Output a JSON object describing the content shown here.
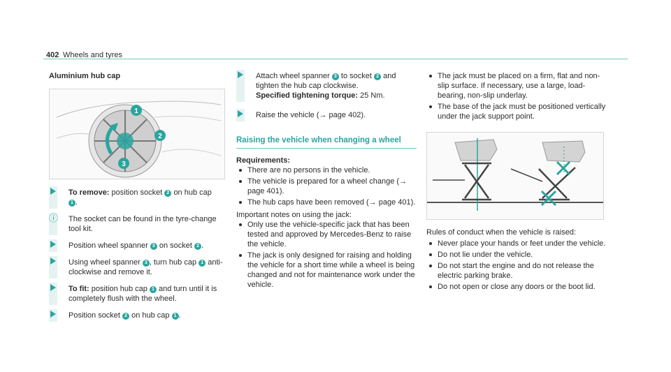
{
  "header": {
    "page_number": "402",
    "chapter_title": "Wheels and tyres"
  },
  "col1": {
    "title": "Aluminium hub cap",
    "steps": [
      {
        "lead": "To remove:",
        "text_a": "position socket",
        "b1": "2",
        "text_b": "on hub cap",
        "b2": "1",
        "text_c": "."
      },
      {
        "note": "The socket can be found in the tyre-change tool kit."
      },
      {
        "text_a": "Position wheel spanner",
        "b1": "3",
        "text_b": "on socket",
        "b2": "2",
        "text_c": "."
      },
      {
        "text_a": "Using wheel spanner",
        "b1": "3",
        "text_b": ", turn hub cap",
        "b2": "1",
        "text_c": "anti-clockwise and remove it."
      },
      {
        "lead": "To fit:",
        "text_a": "position hub cap",
        "b1": "1",
        "text_b": "and turn until it is completely flush with the wheel."
      },
      {
        "text_a": "Position socket",
        "b1": "2",
        "text_b": "on hub cap",
        "b2": "1",
        "text_c": "."
      }
    ]
  },
  "col2": {
    "steps": [
      {
        "text_a": "Attach wheel spanner",
        "b1": "3",
        "text_b": "to socket",
        "b2": "2",
        "text_c": "and tighten the hub cap clockwise.",
        "spec_label": "Specified tightening torque:",
        "spec_value": "25 Nm."
      },
      {
        "text_a": "Raise the vehicle (→ page 402)."
      }
    ],
    "section_title": "Raising the vehicle when changing a wheel",
    "requirements_label": "Requirements:",
    "requirements": [
      "There are no persons in the vehicle.",
      "The vehicle is prepared for a wheel change (→ page 401).",
      "The hub caps have been removed (→ page 401)."
    ],
    "important_label": "Important notes on using the jack:",
    "important": [
      "Only use the vehicle-specific jack that has been tested and approved by Mercedes-Benz to raise the vehicle.",
      "The jack is only designed for raising and holding the vehicle for a short time while a wheel is being changed and not for maintenance work under the vehicle."
    ]
  },
  "col3": {
    "bullets": [
      "The jack must be placed on a firm, flat and non-slip surface. If necessary, use a large, load-bearing, non-slip underlay.",
      "The base of the jack must be positioned vertically under the jack support point."
    ],
    "rules_label": "Rules of conduct when the vehicle is raised:",
    "rules": [
      "Never place your hands or feet under the vehicle.",
      "Do not lie under the vehicle.",
      "Do not start the engine and do not release the electric parking brake.",
      "Do not open or close any doors or the boot lid."
    ]
  },
  "colors": {
    "accent": "#2aa59e",
    "accent_light": "#e4f3f2",
    "text": "#2c2c2c"
  },
  "icons": [
    "arrow-icon",
    "info-icon",
    "callout-badge"
  ]
}
